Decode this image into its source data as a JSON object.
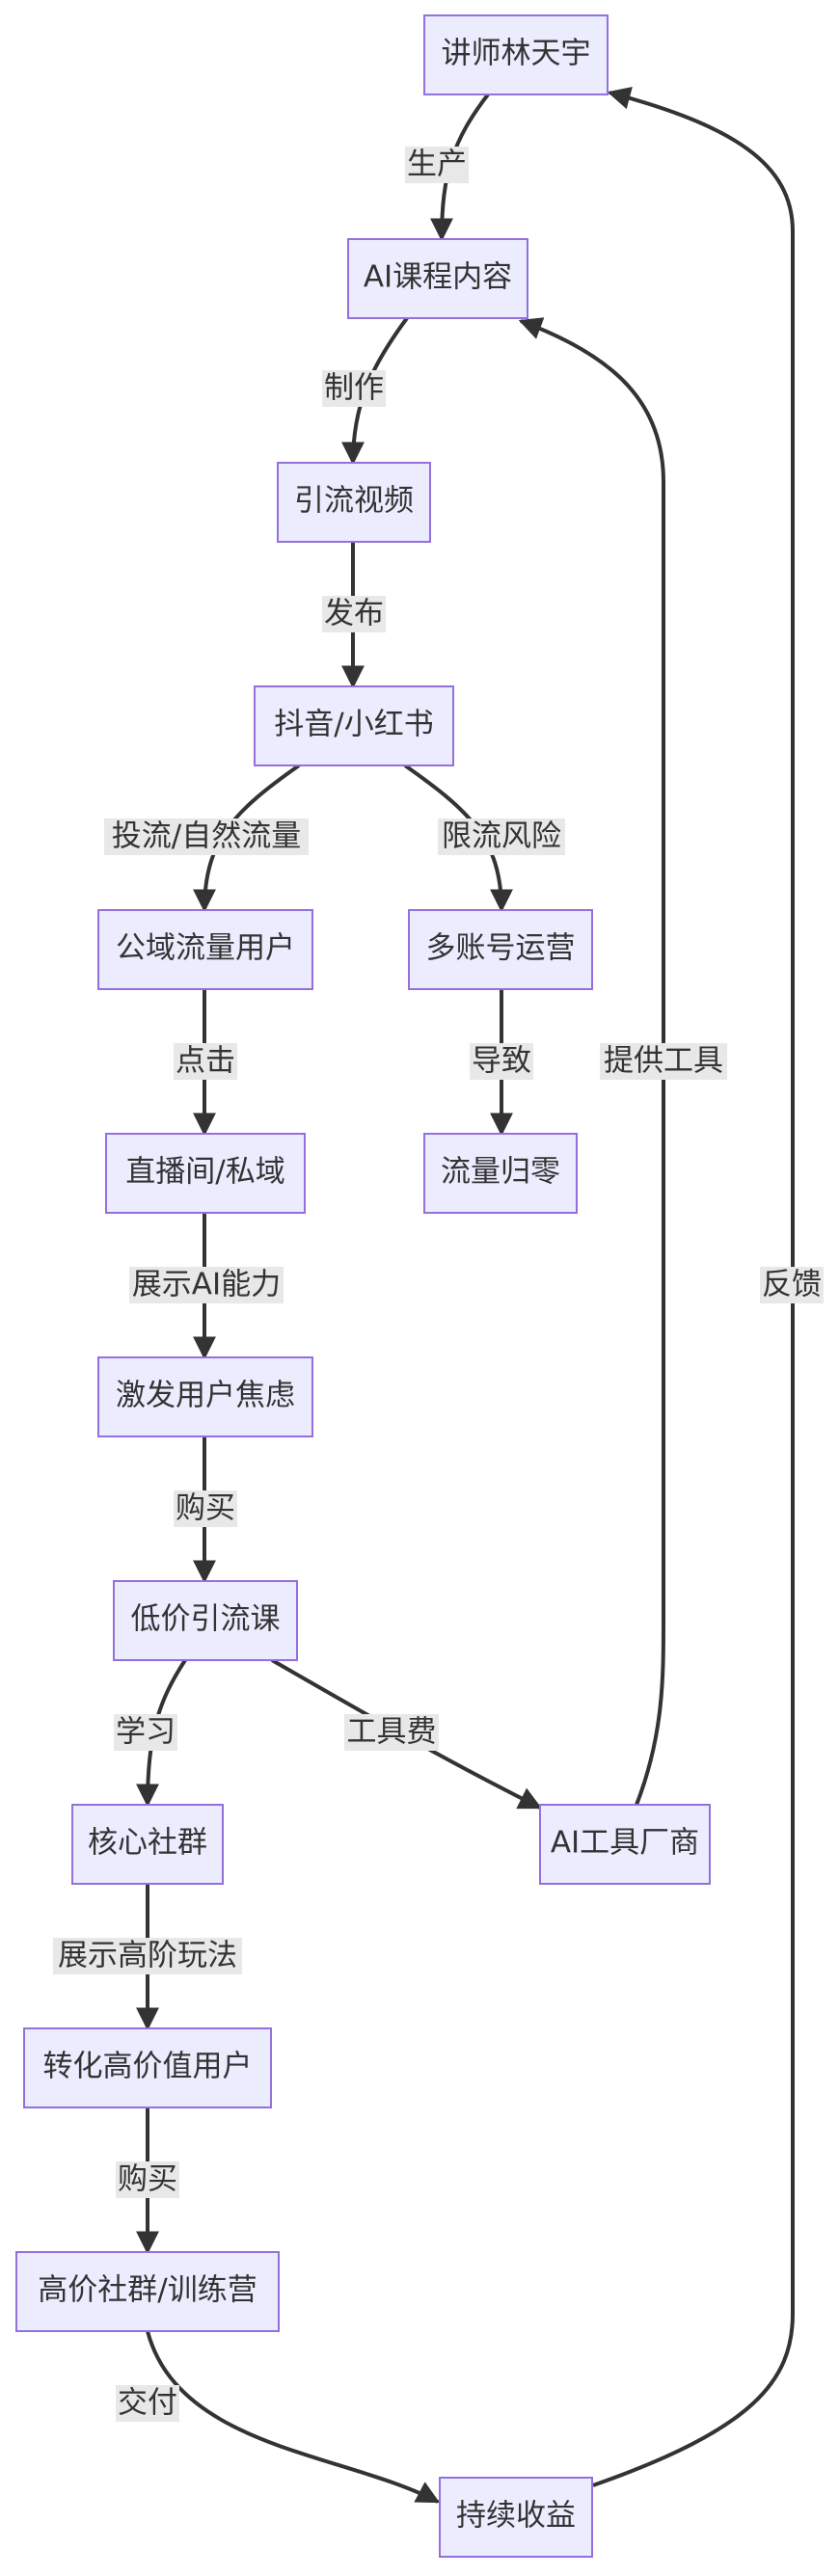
{
  "colors": {
    "node_fill": "#ececff",
    "node_stroke": "#9370db",
    "edge": "#333333",
    "label_bg": "#e8e8e8",
    "text": "#333333"
  },
  "nodes": {
    "lecturer": "讲师林天宇",
    "ai_course": "AI课程内容",
    "video": "引流视频",
    "platform": "抖音/小红书",
    "public_users": "公域流量用户",
    "multi_account": "多账号运营",
    "live": "直播间/私域",
    "traffic_zero": "流量归零",
    "anxiety": "激发用户焦虑",
    "cheap_course": "低价引流课",
    "core_group": "核心社群",
    "ai_vendor": "AI工具厂商",
    "convert": "转化高价值用户",
    "camp": "高价社群/训练营",
    "revenue": "持续收益"
  },
  "edges": {
    "produce": "生产",
    "make": "制作",
    "publish": "发布",
    "traffic": "投流/自然流量",
    "limit_risk": "限流风险",
    "click": "点击",
    "cause": "导致",
    "show_ai": "展示AI能力",
    "buy1": "购买",
    "learn": "学习",
    "tool_fee": "工具费",
    "show_adv": "展示高阶玩法",
    "buy2": "购买",
    "deliver": "交付",
    "provide_tools": "提供工具",
    "feedback": "反馈"
  }
}
